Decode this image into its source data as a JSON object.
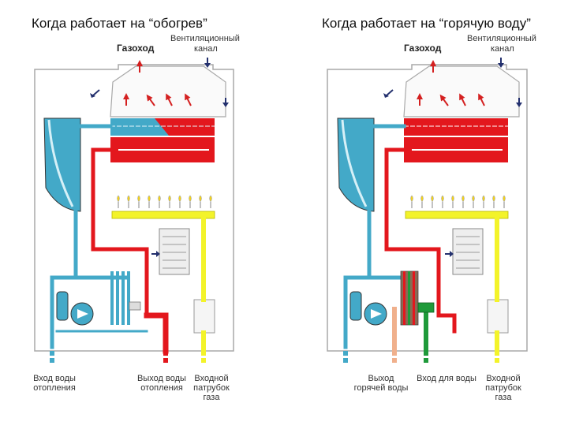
{
  "left": {
    "title": "Когда работает на “обогрев”",
    "flue_label": "Газоход",
    "vent_label_1": "Вентиляционный",
    "vent_label_2": "канал",
    "in_label_1": "Вход воды",
    "in_label_2": "отопления",
    "out_label_1": "Выход воды",
    "out_label_2": "отопления",
    "gas_label_1": "Входной",
    "gas_label_2": "патрубок",
    "gas_label_3": "газа"
  },
  "right": {
    "title": "Когда работает на “горячую воду”",
    "flue_label": "Газоход",
    "vent_label_1": "Вентиляционный",
    "vent_label_2": "канал",
    "hot_label_1": "Выход",
    "hot_label_2": "горячей воды",
    "cold_label": "Вход для воды",
    "gas_label_1": "Входной",
    "gas_label_2": "патрубок",
    "gas_label_3": "газа"
  },
  "colors": {
    "hot": "#e3171d",
    "cold": "#43a9c8",
    "gas": "#f3f32a",
    "dhw_out": "#f0b08c",
    "dhw_in": "#1f9a3a",
    "outline": "#9a9a9a",
    "arrow_up": "#d42020",
    "arrow_down": "#23306e"
  }
}
